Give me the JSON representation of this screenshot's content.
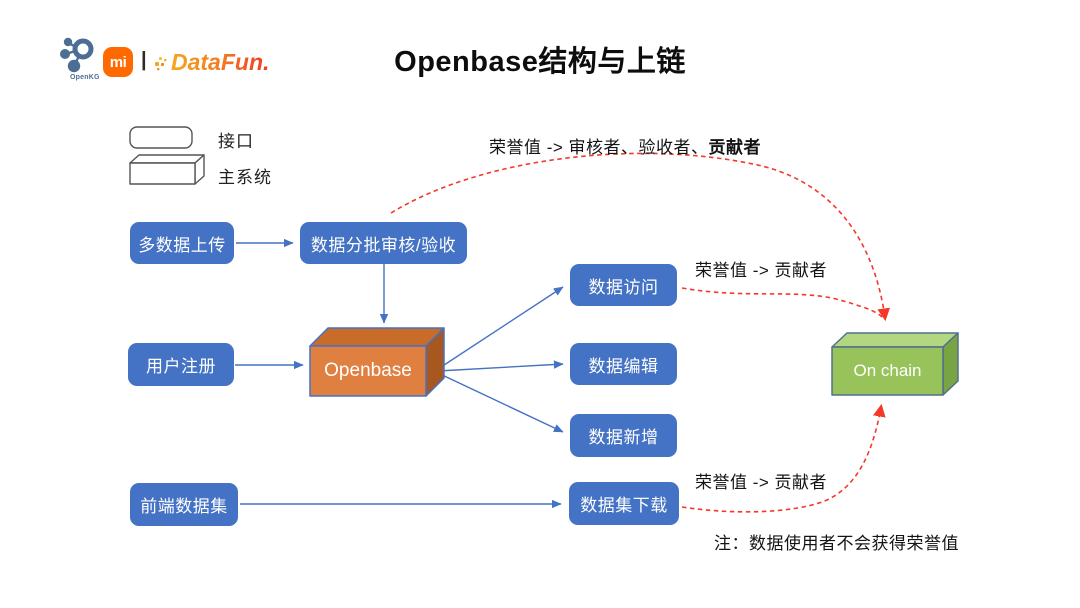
{
  "title": "Openbase结构与上链",
  "logos": {
    "openkg": "OpenKG",
    "xiaomi": "mi",
    "separator": "|",
    "datafun": "DataFun."
  },
  "legend": {
    "interface_label": "接口",
    "main_system_label": "主系统"
  },
  "nodes": {
    "multi_upload": "多数据上传",
    "batch_review": "数据分批审核/验收",
    "user_register": "用户注册",
    "frontend_dataset": "前端数据集",
    "data_access": "数据访问",
    "data_edit": "数据编辑",
    "data_add": "数据新增",
    "dataset_download": "数据集下载",
    "openbase": "Openbase",
    "onchain": "On chain"
  },
  "annotations": {
    "honor_top_prefix": "荣誉值 -> 审核者、验收者、",
    "honor_top_bold": "贡献者",
    "honor_mid": "荣誉值 -> 贡献者",
    "honor_bottom": "荣誉值 -> 贡献者",
    "note": "注：数据使用者不会获得荣誉值"
  },
  "colors": {
    "node_blue": "#4472C4",
    "arrow_blue": "#4472C4",
    "dashed_red": "#F4392B",
    "openbase_front": "#DF8040",
    "openbase_top": "#C96C2A",
    "openbase_side": "#A8581E",
    "onchain_front": "#98C35A",
    "onchain_top": "#B3D681",
    "onchain_side": "#79A443",
    "xiaomi_orange": "#FF6900",
    "openkg_blue": "#4C6E94"
  }
}
